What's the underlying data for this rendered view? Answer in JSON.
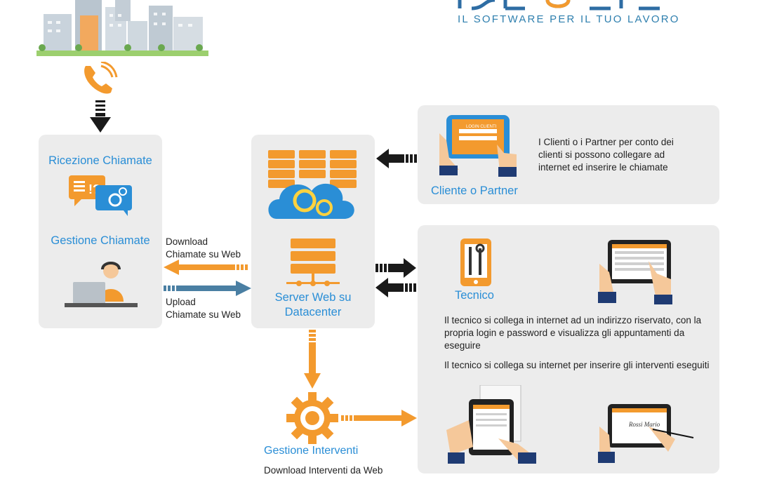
{
  "brand": {
    "logo_letters": "RESOFT",
    "tagline": "IL SOFTWARE PER IL TUO LAVORO"
  },
  "reception_panel": {
    "title_receive": "Ricezione Chiamate",
    "title_manage": "Gestione Chiamate"
  },
  "flows": {
    "download_calls": "Download\nChiamate su Web",
    "upload_calls": "Upload\nChiamate su Web"
  },
  "server_panel": {
    "label": "Server Web su\nDatacenter"
  },
  "client_panel": {
    "label": "Cliente o Partner",
    "description": "I Clienti o i Partner per conto dei clienti si possono collegare ad internet ed inserire le chiamate",
    "tablet_button": "LOGIN CLIENTI"
  },
  "technician_panel": {
    "label": "Tecnico",
    "description_1": "Il tecnico si collega in internet ad un indirizzo riservato, con la propria login e password e visualizza gli appuntamenti da eseguire",
    "description_2": "Il tecnico si collega su internet per inserire gli interventi eseguiti",
    "signature": "Rossi Mario"
  },
  "interventions": {
    "title": "Gestione Interventi",
    "subtitle": "Download Interventi da Web"
  },
  "colors": {
    "accent_orange": "#f39a2e",
    "accent_blue": "#2a8ed6",
    "panel_gray": "#ececec",
    "arrow_dark": "#1a1a1a",
    "arrow_steel": "#4a7fa3"
  }
}
